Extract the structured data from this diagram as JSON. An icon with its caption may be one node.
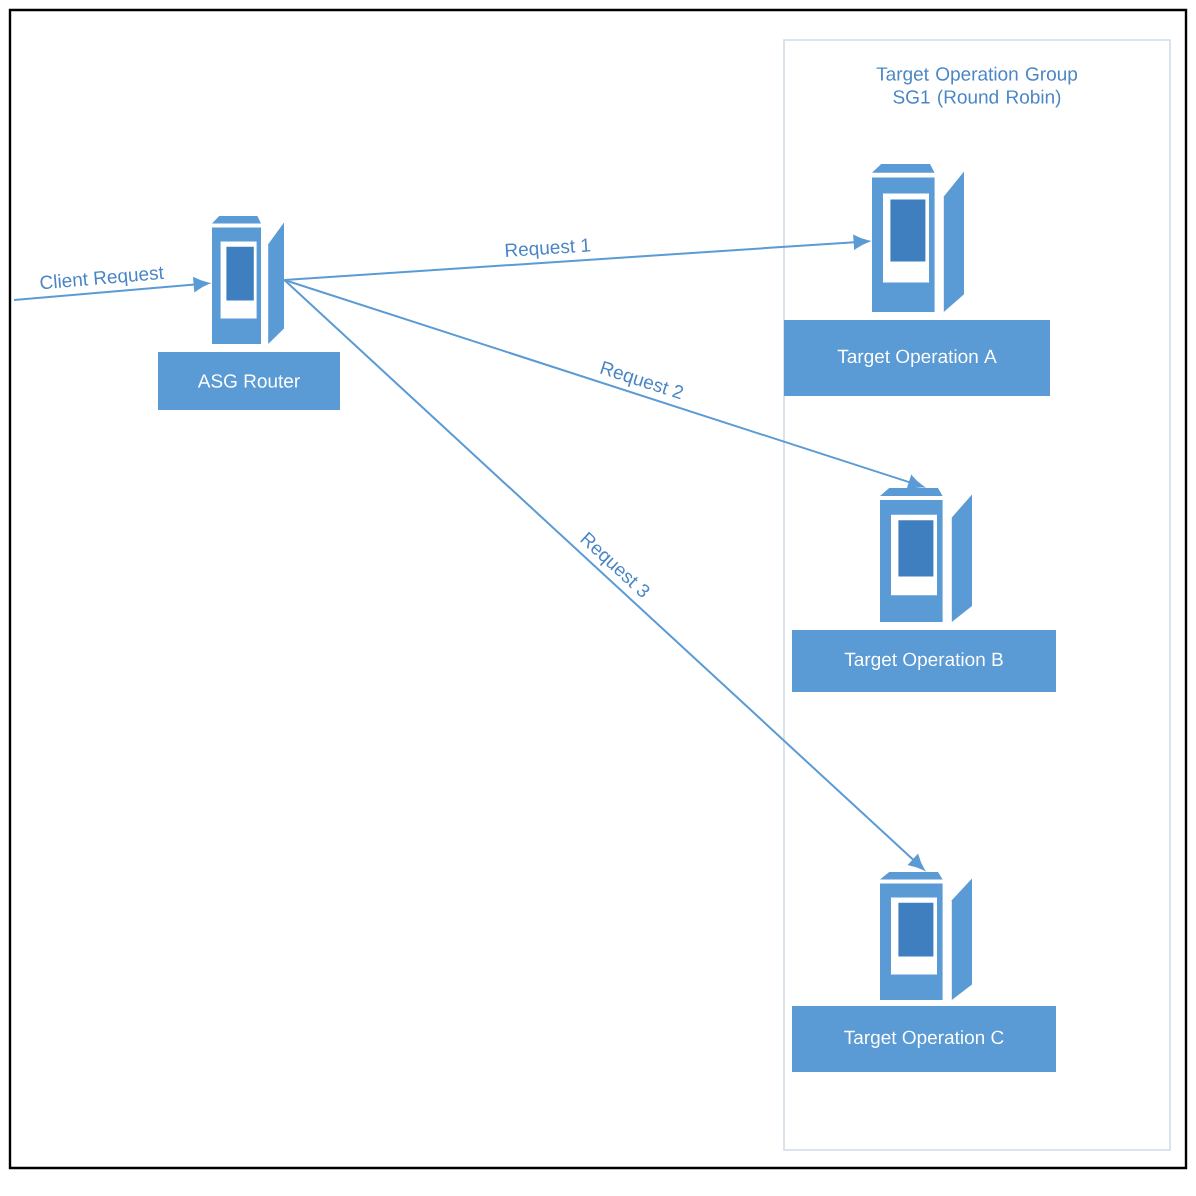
{
  "diagram": {
    "nodes": [
      {
        "text": [
          "Target Operation Group SG1 (Round Robin)"
        ]
      },
      {
        "text": [],
        "shape": "server"
      },
      {
        "text": [
          "ASG Router"
        ]
      },
      {
        "text": [],
        "shape": "server",
        "in": 0
      },
      {
        "text": [
          "Target Operation A"
        ],
        "in": 0
      },
      {
        "text": [],
        "shape": "server",
        "in": 0
      },
      {
        "text": [
          "Target Operation B"
        ],
        "in": 0
      },
      {
        "text": [],
        "shape": "server",
        "in": 0
      },
      {
        "text": [
          "Target Operation C"
        ],
        "in": 0
      }
    ],
    "edges": [
      {
        "from": null,
        "to": 1,
        "arrow": "to",
        "label": "Client Request"
      },
      {
        "from": 1,
        "to": 3,
        "arrow": "to",
        "label": "Request 1"
      },
      {
        "from": 1,
        "to": 5,
        "arrow": "to",
        "label": "Request 2"
      },
      {
        "from": 1,
        "to": 7,
        "arrow": "to",
        "label": "Request 3"
      }
    ]
  }
}
